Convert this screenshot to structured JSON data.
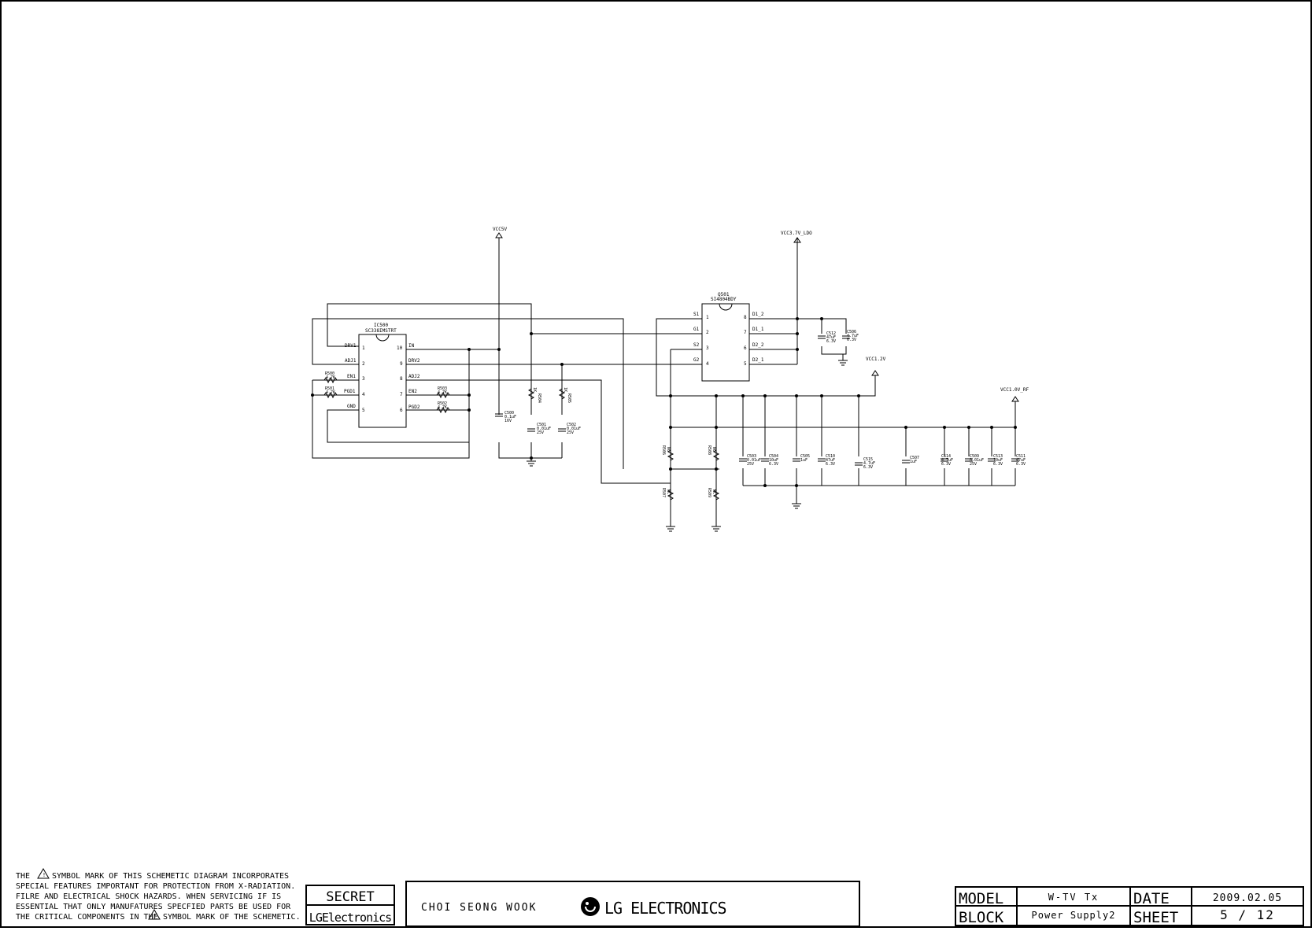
{
  "notice": {
    "line1": "THE",
    "line1b": "SYMBOL MARK OF THIS SCHEMETIC DIAGRAM INCORPORATES",
    "line2": "SPECIAL FEATURES IMPORTANT FOR PROTECTION FROM X-RADIATION.",
    "line3": "FILRE AND ELECTRICAL SHOCK HAZARDS. WHEN SERVICING IF IS",
    "line4": "ESSENTIAL THAT ONLY MANUFATURES SPECFIED PARTS BE USED FOR",
    "line5a": "THE CRITICAL COMPONENTS IN THE",
    "line5b": "SYMBOL MARK OF THE SCHEMETIC."
  },
  "title_block": {
    "secret": "SECRET",
    "lg_small": "LGElectronics",
    "designer": "CHOI SEONG WOOK",
    "company": "LG ELECTRONICS",
    "model_label": "MODEL",
    "model": "W-TV Tx",
    "block_label": "BLOCK",
    "block": "Power Supply2",
    "date_label": "DATE",
    "date": "2009.02.05",
    "sheet_label": "SHEET",
    "sheet": "5 / 12"
  },
  "rails": {
    "vcc5v": "VCC5V",
    "vcc37": "VCC3.7V_LDO",
    "vcc12": "VCC1.2V",
    "vcc10": "VCC1.0V_RF"
  },
  "ic500": {
    "ref": "IC500",
    "part": "SC338IMSTRT",
    "left_pins": [
      {
        "name": "DRV1",
        "num": "1"
      },
      {
        "name": "ADJ1",
        "num": "2"
      },
      {
        "name": "EN1",
        "num": "3"
      },
      {
        "name": "PGD1",
        "num": "4"
      },
      {
        "name": "GND",
        "num": "5"
      }
    ],
    "right_pins": [
      {
        "name": "IN",
        "num": "10"
      },
      {
        "name": "DRV2",
        "num": "9"
      },
      {
        "name": "ADJ2",
        "num": "8"
      },
      {
        "name": "EN2",
        "num": "7"
      },
      {
        "name": "PGD2",
        "num": "6"
      }
    ]
  },
  "q501": {
    "ref": "Q501",
    "part": "SI4804BDY",
    "left_pins": [
      {
        "name": "S1",
        "num": "1"
      },
      {
        "name": "G1",
        "num": "2"
      },
      {
        "name": "S2",
        "num": "3"
      },
      {
        "name": "G2",
        "num": "4"
      }
    ],
    "right_pins": [
      {
        "name": "D1_2",
        "num": "8"
      },
      {
        "name": "D1_1",
        "num": "7"
      },
      {
        "name": "D2_2",
        "num": "6"
      },
      {
        "name": "D2_1",
        "num": "5"
      }
    ]
  },
  "resistors": [
    {
      "ref": "R500",
      "val": "4.7K"
    },
    {
      "ref": "R501",
      "val": "4.7K"
    },
    {
      "ref": "R503",
      "val": "4.7K"
    },
    {
      "ref": "R502",
      "val": "4.7K"
    },
    {
      "ref": "R504",
      "val": "1K"
    },
    {
      "ref": "R505",
      "val": "1K"
    },
    {
      "ref": "R506",
      "val": "NC"
    },
    {
      "ref": "R507",
      "val": "NC"
    },
    {
      "ref": "R508",
      "val": "NC"
    },
    {
      "ref": "R509",
      "val": "NC"
    }
  ],
  "capacitors": [
    {
      "ref": "C500",
      "val": "0.1uF",
      "volt": "16V"
    },
    {
      "ref": "C501",
      "val": "0.01uF",
      "volt": "25V"
    },
    {
      "ref": "C502",
      "val": "0.01uF",
      "volt": "25V"
    },
    {
      "ref": "C512",
      "val": "47uF",
      "volt": "6.3V"
    },
    {
      "ref": "C506",
      "val": "4.7uF",
      "volt": "6.3V"
    },
    {
      "ref": "C503",
      "val": "0.01uF",
      "volt": "25V"
    },
    {
      "ref": "C504",
      "val": "10uF",
      "volt": "6.3V"
    },
    {
      "ref": "C505",
      "val": "1uF",
      "volt": ""
    },
    {
      "ref": "C510",
      "val": "47uF",
      "volt": "6.3V"
    },
    {
      "ref": "C515",
      "val": "4.7uF",
      "volt": "6.3V"
    },
    {
      "ref": "C507",
      "val": "1uF",
      "volt": ""
    },
    {
      "ref": "C514",
      "val": "4.7uF",
      "volt": "6.3V"
    },
    {
      "ref": "C509",
      "val": "0.01uF",
      "volt": "25V"
    },
    {
      "ref": "C513",
      "val": "10uF",
      "volt": "6.3V"
    },
    {
      "ref": "C511",
      "val": "47uF",
      "volt": "6.3V"
    }
  ]
}
